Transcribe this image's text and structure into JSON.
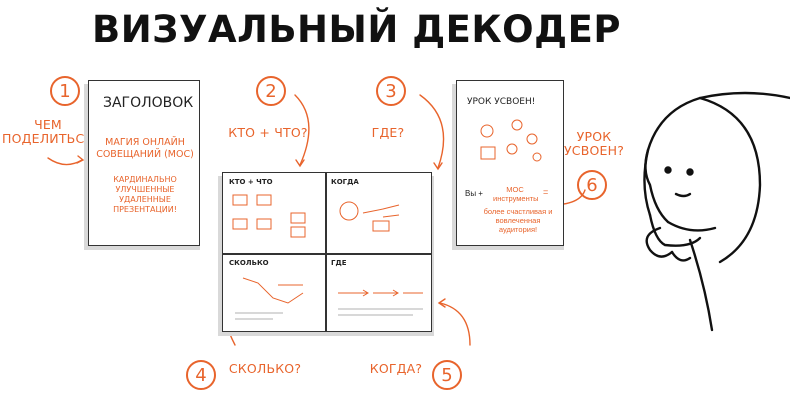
{
  "title": "ВИЗУАЛЬНЫЙ ДЕКОДЕР",
  "steps": [
    {
      "number": "1",
      "label": "ЧЕМ ПОДЕЛИТЬСЯ?"
    },
    {
      "number": "2",
      "label": "КТО + ЧТО?"
    },
    {
      "number": "3",
      "label": "ГДЕ?"
    },
    {
      "number": "4",
      "label": "СКОЛЬКО?"
    },
    {
      "number": "5",
      "label": "КОГДА?"
    },
    {
      "number": "6",
      "label": "УРОК УСВОЕН?"
    }
  ],
  "page1": {
    "heading": "ЗАГОЛОВОК",
    "subtitle": "МАГИЯ ОНЛАЙН СОВЕЩАНИЙ (МОС)",
    "body": "КАРДИНАЛЬНО УЛУЧШЕННЫЕ УДАЛЕННЫЕ ПРЕЗЕНТАЦИИ!"
  },
  "grid_page": {
    "quadrants": [
      "КТО + ЧТО",
      "КОГДА",
      "СКОЛЬКО",
      "ГДЕ"
    ]
  },
  "page3": {
    "heading": "УРОК УСВОЕН!",
    "formula_left": "Вы +",
    "formula_mid": "МОС инструменты",
    "formula_eq": "=",
    "result": "более счастливая и вовлеченная аудитория!"
  },
  "colors": {
    "accent": "#e8642c",
    "ink": "#111111"
  }
}
